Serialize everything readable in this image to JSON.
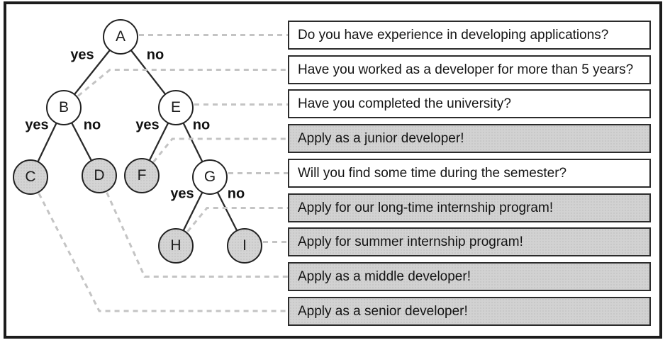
{
  "tree": {
    "nodes": [
      {
        "id": "A",
        "label": "A",
        "type": "question",
        "shade": "white"
      },
      {
        "id": "B",
        "label": "B",
        "type": "question",
        "shade": "white"
      },
      {
        "id": "C",
        "label": "C",
        "type": "result",
        "shade": "gray"
      },
      {
        "id": "D",
        "label": "D",
        "type": "result",
        "shade": "gray"
      },
      {
        "id": "E",
        "label": "E",
        "type": "question",
        "shade": "white"
      },
      {
        "id": "F",
        "label": "F",
        "type": "result",
        "shade": "gray"
      },
      {
        "id": "G",
        "label": "G",
        "type": "question",
        "shade": "white"
      },
      {
        "id": "H",
        "label": "H",
        "type": "result",
        "shade": "gray"
      },
      {
        "id": "I",
        "label": "I",
        "type": "result",
        "shade": "gray"
      }
    ],
    "edges": [
      {
        "from": "A",
        "to": "B",
        "label": "yes"
      },
      {
        "from": "A",
        "to": "E",
        "label": "no"
      },
      {
        "from": "B",
        "to": "C",
        "label": "yes"
      },
      {
        "from": "B",
        "to": "D",
        "label": "no"
      },
      {
        "from": "E",
        "to": "F",
        "label": "yes"
      },
      {
        "from": "E",
        "to": "G",
        "label": "no"
      },
      {
        "from": "G",
        "to": "H",
        "label": "yes"
      },
      {
        "from": "G",
        "to": "I",
        "label": "no"
      }
    ]
  },
  "legend": [
    {
      "node": "A",
      "text": "Do you have experience in developing applications?",
      "shade": "white"
    },
    {
      "node": "B",
      "text": "Have you worked as a developer for more than 5 years?",
      "shade": "white"
    },
    {
      "node": "E",
      "text": "Have you completed the university?",
      "shade": "white"
    },
    {
      "node": "F",
      "text": "Apply as a junior developer!",
      "shade": "gray"
    },
    {
      "node": "G",
      "text": "Will you find some time during the semester?",
      "shade": "white"
    },
    {
      "node": "H",
      "text": "Apply for our long-time internship program!",
      "shade": "gray"
    },
    {
      "node": "I",
      "text": "Apply for summer internship program!",
      "shade": "gray"
    },
    {
      "node": "D",
      "text": "Apply as a middle developer!",
      "shade": "gray"
    },
    {
      "node": "C",
      "text": "Apply as a senior developer!",
      "shade": "gray"
    }
  ],
  "colors": {
    "frame_border": "#1c1c1c",
    "box_border": "#2b2b2b",
    "gray_fill": "#d2d2d2",
    "solid_line": "#2a2a2a",
    "dashed_line": "#c4c4c4",
    "text": "#141414"
  }
}
